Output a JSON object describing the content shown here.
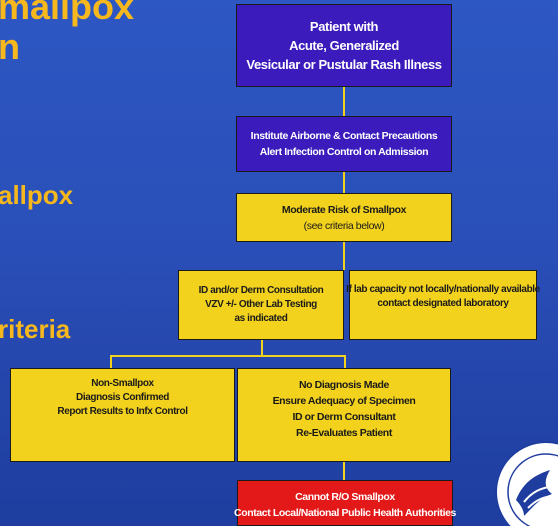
{
  "slide": {
    "title_line1": "mallpox",
    "title_line2": "n",
    "side_label_1": "allpox",
    "side_label_2": "riteria"
  },
  "flowchart": {
    "patient": {
      "lines": [
        "Patient with",
        "Acute, Generalized",
        "Vesicular or Pustular Rash Illness"
      ],
      "color": "#3b1bbb"
    },
    "precautions": {
      "lines": [
        "Institute Airborne & Contact Precautions",
        "Alert Infection Control on Admission"
      ],
      "color": "#3b1bbb"
    },
    "moderate_risk": {
      "lines": [
        "Moderate Risk of Smallpox",
        "(see criteria below)"
      ],
      "color": "#f3d21e"
    },
    "consultation": {
      "lines": [
        "ID and/or Derm Consultation",
        "VZV +/- Other Lab Testing",
        "as indicated"
      ],
      "color": "#f3d21e"
    },
    "lab_capacity": {
      "lines": [
        "If lab capacity not locally/nationally available",
        "contact designated laboratory"
      ],
      "color": "#f3d21e"
    },
    "non_smallpox": {
      "lines": [
        "Non-Smallpox",
        "Diagnosis Confirmed",
        "Report Results to Infx Control"
      ],
      "color": "#f3d21e"
    },
    "no_diagnosis": {
      "lines": [
        "No Diagnosis Made",
        "Ensure Adequacy of Specimen",
        "ID or Derm Consultant",
        "Re-Evaluates Patient"
      ],
      "color": "#f3d21e"
    },
    "cannot_rule_out": {
      "lines": [
        "Cannot R/O Smallpox",
        "Contact Local/National Public Health Authorities"
      ],
      "color": "#e31818"
    },
    "connector_color": "#f3d21e"
  },
  "logo": {
    "icon": "hhs-seal-icon"
  }
}
